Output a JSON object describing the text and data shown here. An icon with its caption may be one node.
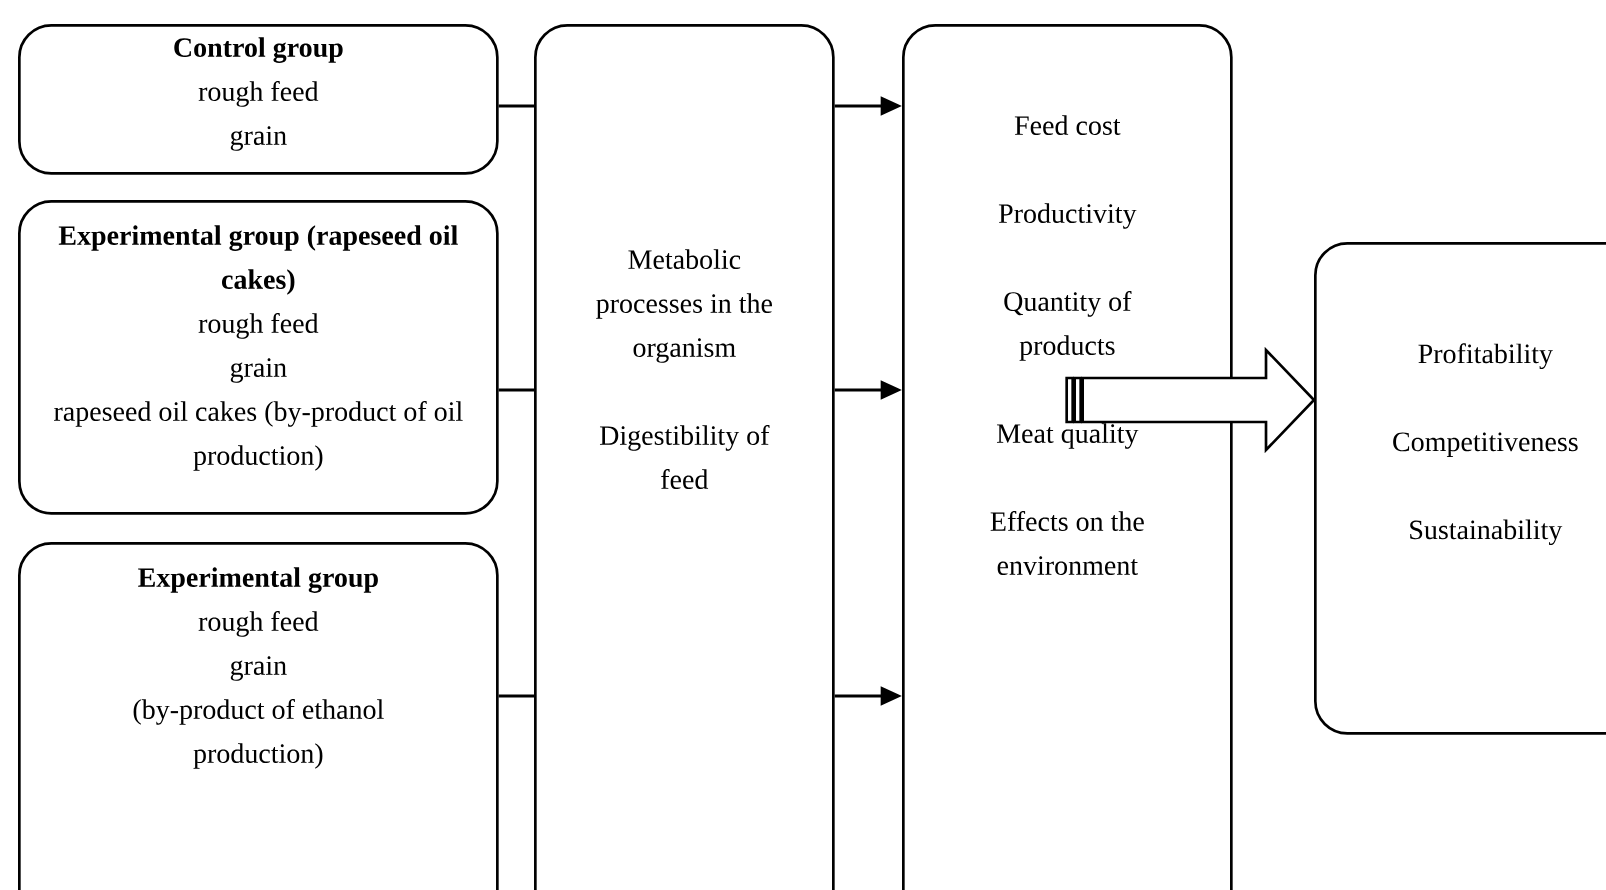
{
  "diagram": {
    "nodes": [
      {
        "text": [
          "Control group",
          "rough feed",
          "grain"
        ]
      },
      {
        "text": [
          "Experimental group (rapeseed oil cakes)",
          "rough feed",
          "grain",
          "rapeseed oil cakes (by-product of oil production)"
        ]
      },
      {
        "text": [
          "Experimental group",
          "rough feed",
          "grain",
          "(by-product of ethanol production)"
        ]
      },
      {
        "text": [
          "Metabolic processes in the organism",
          "Digestibility of feed"
        ]
      },
      {
        "text": [
          "Feed cost",
          "Productivity",
          "Quantity of products",
          "Meat quality",
          "Effects on the environment"
        ]
      },
      {
        "text": [
          "Profitability",
          "Competitiveness",
          "Sustainability"
        ]
      }
    ],
    "edges": [
      {
        "from": 0,
        "to": 3,
        "arrow": "none"
      },
      {
        "from": 1,
        "to": 3,
        "arrow": "none"
      },
      {
        "from": 2,
        "to": 3,
        "arrow": "none"
      },
      {
        "from": 3,
        "to": 4,
        "arrow": "to"
      },
      {
        "from": 3,
        "to": 4,
        "arrow": "to"
      },
      {
        "from": 3,
        "to": 4,
        "arrow": "to"
      },
      {
        "from": 4,
        "to": 5,
        "arrow": "to"
      }
    ]
  }
}
